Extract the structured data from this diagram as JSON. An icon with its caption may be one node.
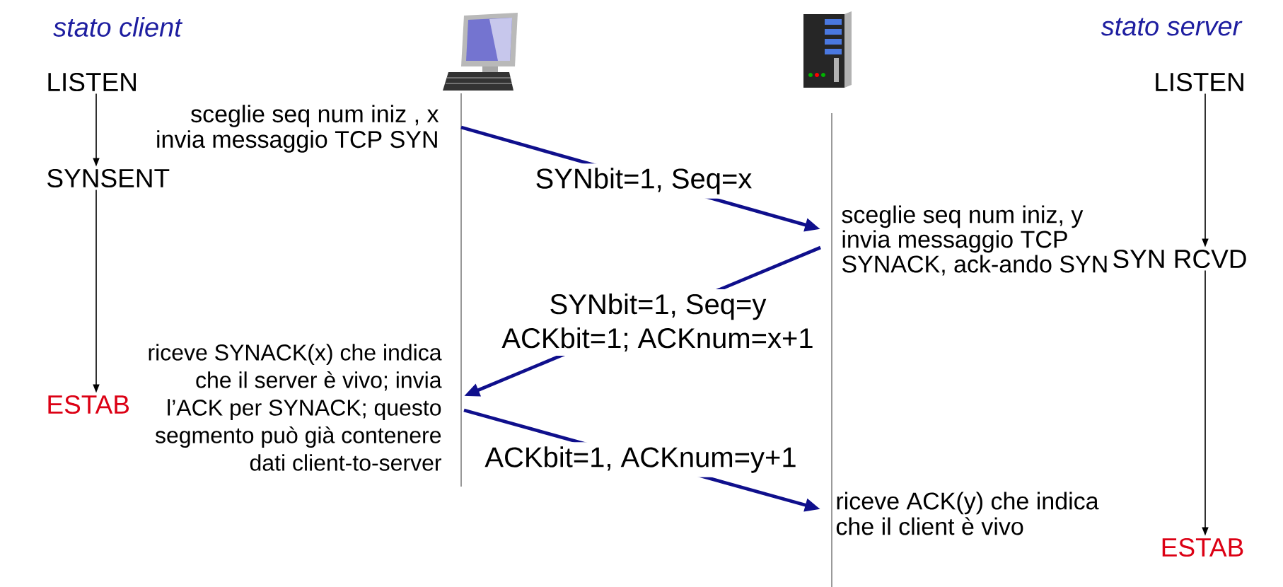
{
  "diagram": {
    "nodes": [
      {
        "text": [
          "LISTEN"
        ]
      },
      {
        "text": [
          "LISTEN"
        ]
      },
      {
        "text": [
          "sceglie seq num iniz , x invia messaggio TCP SYN"
        ]
      },
      {
        "text": [
          "SYNSENT"
        ]
      },
      {
        "text": [
          "sceglie seq num iniz, y invia messaggio TCP SYNACK, ack-ando SYN"
        ]
      },
      {
        "text": [
          "SYN RCVD"
        ]
      },
      {
        "text": [
          "riceve SYNACK(x) che indica che il server è vivo; invia l’ACK per SYNACK; questo segmento può già contenere dati client-to-server"
        ]
      },
      {
        "text": [
          "ESTAB"
        ]
      },
      {
        "text": [
          "riceve ACK(y) che indica che il client è vivo"
        ]
      },
      {
        "text": [
          "ESTAB"
        ]
      }
    ],
    "edges": [
      {
        "from": 0,
        "to": 3,
        "arrow": "to"
      },
      {
        "from": 3,
        "to": 7,
        "arrow": "to"
      },
      {
        "from": 1,
        "to": 5,
        "arrow": "to"
      },
      {
        "from": 5,
        "to": 9,
        "arrow": "to"
      },
      {
        "from": 2,
        "to": 4,
        "arrow": "to",
        "label": "SYNbit=1, Seq=x",
        "style": "thick",
        "color": "#0f0f8c"
      },
      {
        "from": 4,
        "to": 6,
        "arrow": "to",
        "label": "SYNbit=1, Seq=y ACKbit=1; ACKnum=x+1",
        "style": "thick",
        "color": "#0f0f8c"
      },
      {
        "from": 6,
        "to": 8,
        "arrow": "to",
        "label": "ACKbit=1, ACKnum=y+1",
        "style": "thick",
        "color": "#0f0f8c"
      }
    ],
    "labels": [
      "stato client",
      "stato server"
    ]
  }
}
